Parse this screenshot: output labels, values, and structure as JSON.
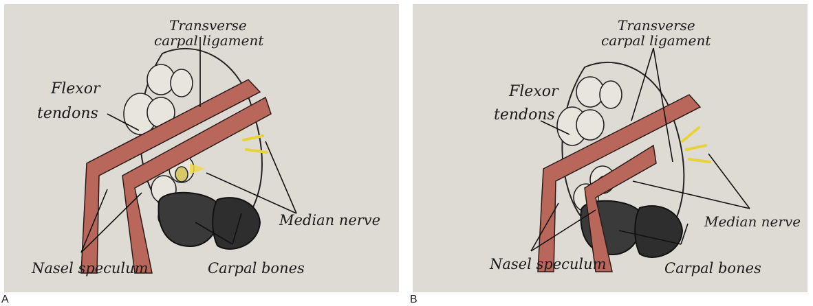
{
  "panels": [
    {
      "letter": "A",
      "labels": {
        "ligament_line1": "Transverse",
        "ligament_line2": "carpal ligament",
        "flexor_line1": "Flexor",
        "flexor_line2": "tendons",
        "median": "Median nerve",
        "speculum": "Nasel speculum",
        "bones": "Carpal bones"
      }
    },
    {
      "letter": "B",
      "labels": {
        "ligament_line1": "Transverse",
        "ligament_line2": "carpal ligament",
        "flexor_line1": "Flexor",
        "flexor_line2": "tendons",
        "median": "Median nerve",
        "speculum": "Nasel speculum",
        "bones": "Carpal bones"
      }
    }
  ],
  "colors": {
    "paper": "#dedbd4",
    "speculum": "#b8675a",
    "bone": "#3a3a3a",
    "nerve_glow": "#e8d23a"
  }
}
